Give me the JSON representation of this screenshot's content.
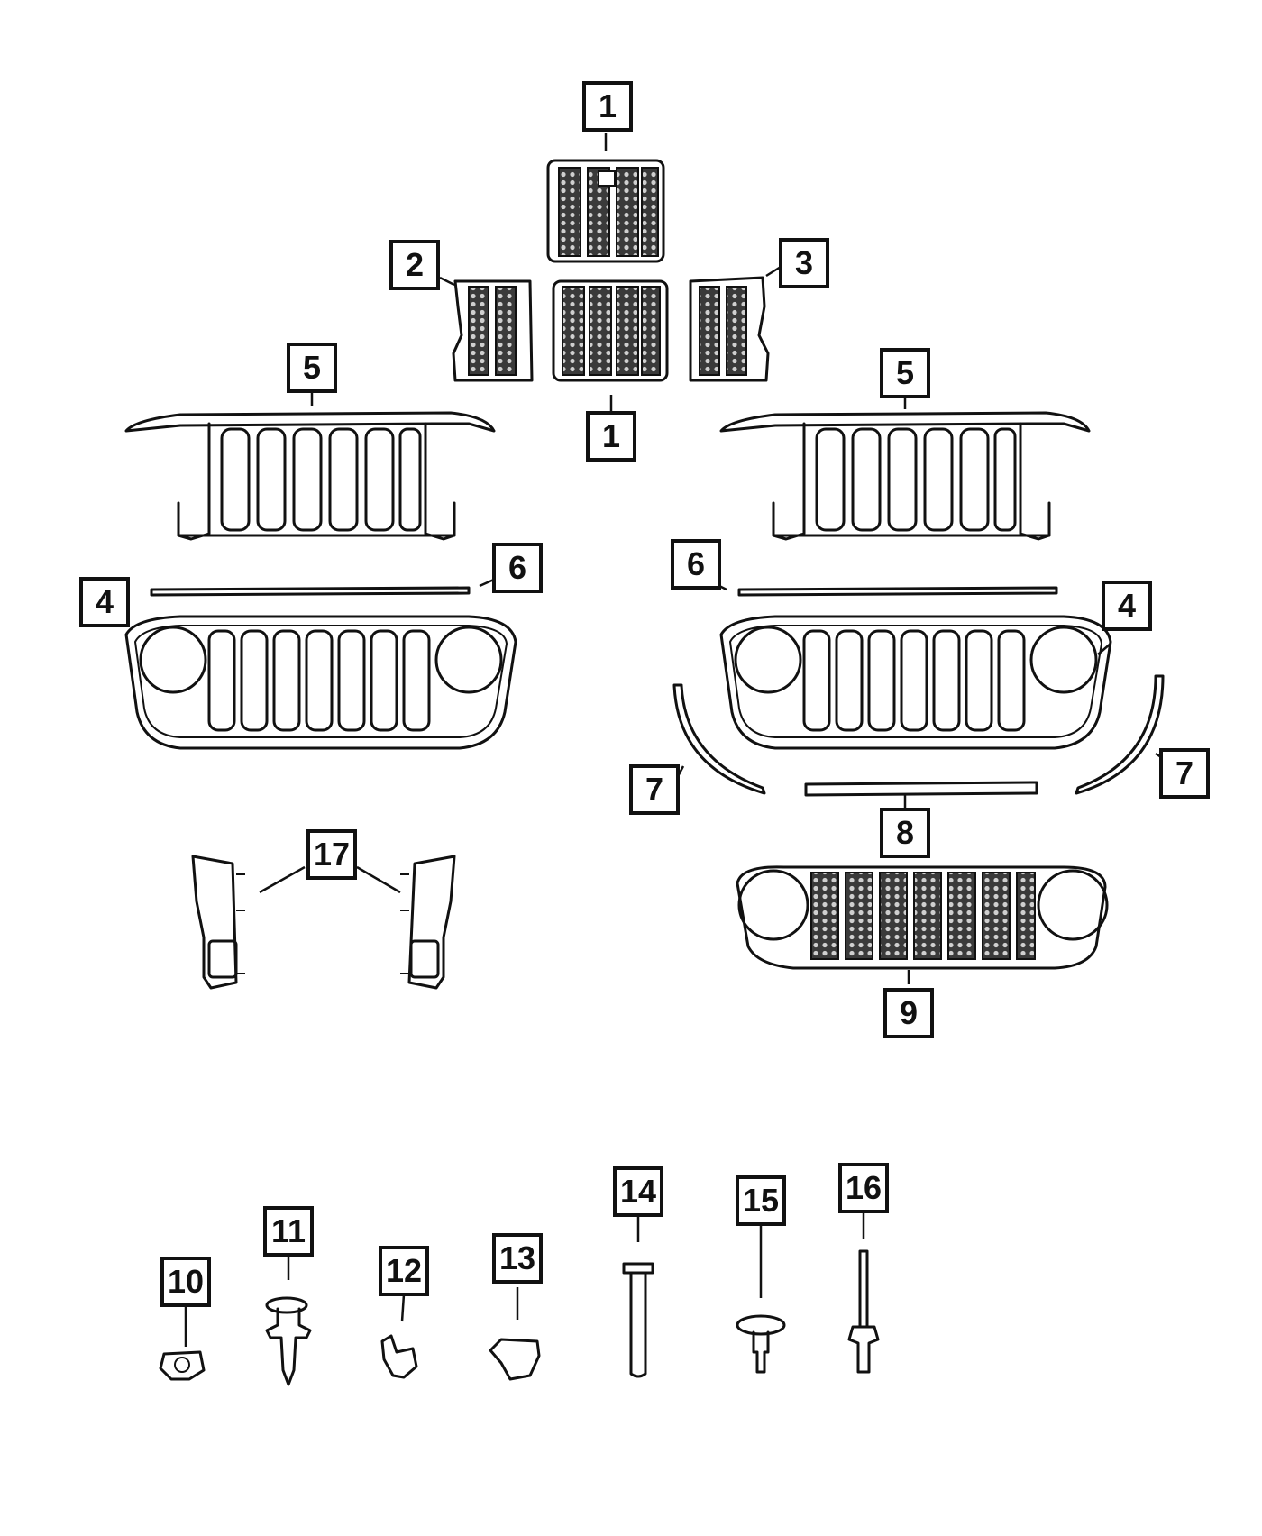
{
  "callouts": {
    "c1_top": "1",
    "c1_mid": "1",
    "c2": "2",
    "c3": "3",
    "c5_left": "5",
    "c5_right": "5",
    "c6_left": "6",
    "c6_right": "6",
    "c4_left": "4",
    "c4_right": "4",
    "c7_left": "7",
    "c7_right": "7",
    "c8": "8",
    "c9": "9",
    "c17": "17",
    "c10": "10",
    "c11": "11",
    "c12": "12",
    "c13": "13",
    "c14": "14",
    "c15": "15",
    "c16": "16"
  }
}
